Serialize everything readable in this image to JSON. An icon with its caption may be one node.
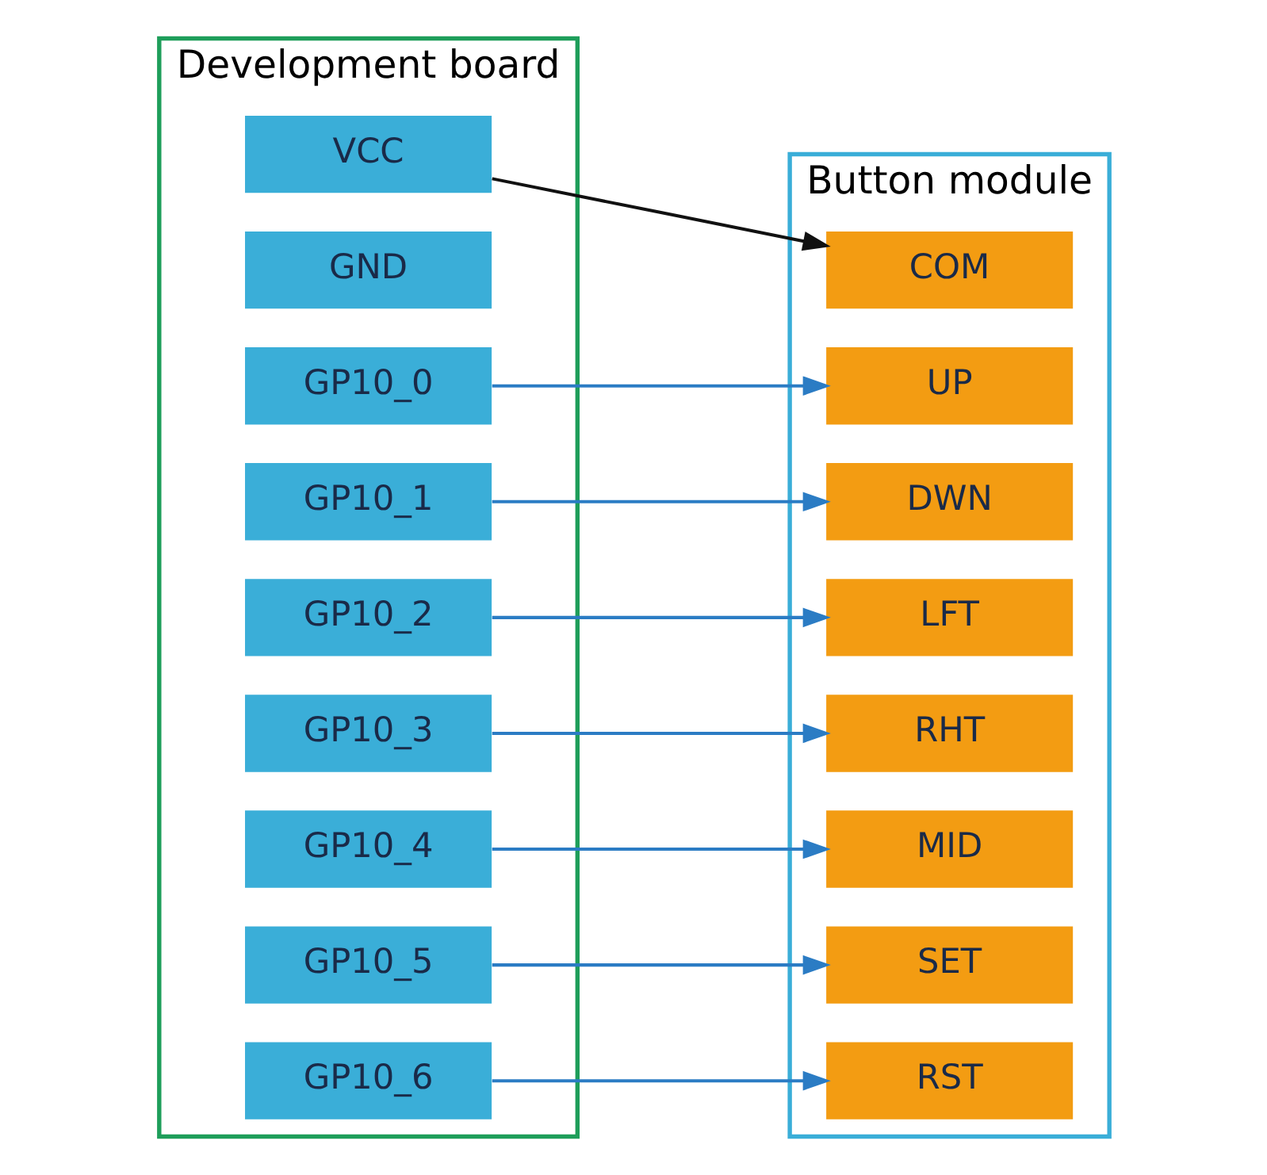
{
  "diagram": {
    "nodes": [
      {
        "text": [
          "Development board"
        ]
      },
      {
        "text": [
          "VCC"
        ],
        "in": 0
      },
      {
        "text": [
          "GND"
        ],
        "in": 0
      },
      {
        "text": [
          "GP10_0"
        ],
        "in": 0
      },
      {
        "text": [
          "GP10_1"
        ],
        "in": 0
      },
      {
        "text": [
          "GP10_2"
        ],
        "in": 0
      },
      {
        "text": [
          "GP10_3"
        ],
        "in": 0
      },
      {
        "text": [
          "GP10_4"
        ],
        "in": 0
      },
      {
        "text": [
          "GP10_5"
        ],
        "in": 0
      },
      {
        "text": [
          "GP10_6"
        ],
        "in": 0
      },
      {
        "text": [
          "Button module"
        ]
      },
      {
        "text": [
          "COM"
        ],
        "in": 10
      },
      {
        "text": [
          "UP"
        ],
        "in": 10
      },
      {
        "text": [
          "DWN"
        ],
        "in": 10
      },
      {
        "text": [
          "LFT"
        ],
        "in": 10
      },
      {
        "text": [
          "RHT"
        ],
        "in": 10
      },
      {
        "text": [
          "MID"
        ],
        "in": 10
      },
      {
        "text": [
          "SET"
        ],
        "in": 10
      },
      {
        "text": [
          "RST"
        ],
        "in": 10
      }
    ],
    "edges": [
      {
        "from": 1,
        "to": 11,
        "arrow": "to",
        "color": "#111111"
      },
      {
        "from": 3,
        "to": 12,
        "arrow": "to"
      },
      {
        "from": 4,
        "to": 13,
        "arrow": "to"
      },
      {
        "from": 5,
        "to": 14,
        "arrow": "to"
      },
      {
        "from": 6,
        "to": 15,
        "arrow": "to"
      },
      {
        "from": 7,
        "to": 16,
        "arrow": "to"
      },
      {
        "from": 8,
        "to": 17,
        "arrow": "to"
      },
      {
        "from": 9,
        "to": 18,
        "arrow": "to"
      }
    ]
  }
}
